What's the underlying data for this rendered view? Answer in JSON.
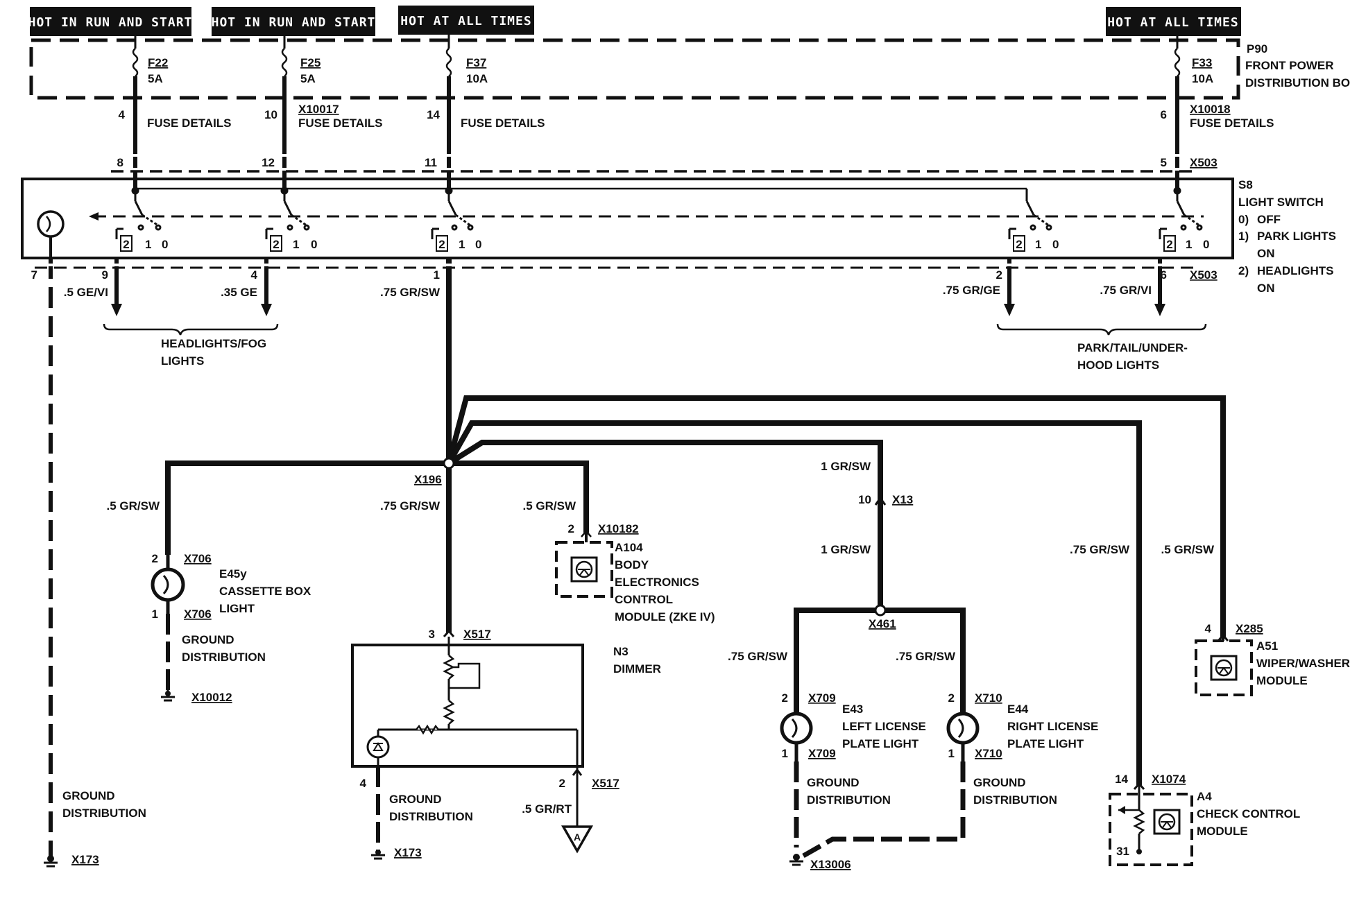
{
  "headers": [
    "HOT IN RUN AND START",
    "HOT IN RUN AND START",
    "HOT AT ALL TIMES",
    "HOT AT ALL TIMES"
  ],
  "fusebox": {
    "id": "P90",
    "line1": "FRONT POWER",
    "line2": "DISTRIBUTION BOX"
  },
  "fuses": [
    {
      "name": "F22",
      "rating": "5A"
    },
    {
      "name": "F25",
      "rating": "5A"
    },
    {
      "name": "F37",
      "rating": "10A"
    },
    {
      "name": "F33",
      "rating": "10A"
    }
  ],
  "fuse_pins": [
    "4",
    "10",
    "14",
    "6"
  ],
  "fuse_connectors": [
    "X10017",
    "X10018"
  ],
  "fuse_details": "FUSE DETAILS",
  "switch_pins_in": [
    "8",
    "12",
    "11",
    "5"
  ],
  "switch_pins_out": [
    "7",
    "9",
    "4",
    "1",
    "2",
    "6"
  ],
  "switch_connector": "X503",
  "switch_pos": {
    "p2": "2",
    "p1": "1",
    "p0": "0"
  },
  "switch": {
    "id": "S8",
    "name": "LIGHT SWITCH",
    "states": [
      {
        "num": "0)",
        "text": "OFF",
        "text2": ""
      },
      {
        "num": "1)",
        "text": "PARK LIGHTS",
        "text2": "ON"
      },
      {
        "num": "2)",
        "text": "HEADLIGHTS",
        "text2": "ON"
      }
    ]
  },
  "wires": {
    "w9": ".5 GE/VI",
    "w4": ".35 GE",
    "w1": ".75 GR/SW",
    "w2": ".75 GR/GE",
    "w6": ".75 GR/VI",
    "cassette": ".5 GR/SW",
    "dimmer": ".75 GR/SW",
    "zke": ".5 GR/SW",
    "x13_top": "1 GR/SW",
    "x13_bottom": "1 GR/SW",
    "lic_left": ".75 GR/SW",
    "lic_right": ".75 GR/SW",
    "checkctl": ".75 GR/SW",
    "wiper": ".5 GR/SW",
    "gr_rt": ".5 GR/RT"
  },
  "labels": {
    "headlights_fog": [
      "HEADLIGHTS/FOG",
      "LIGHTS"
    ],
    "park_tail": [
      "PARK/TAIL/UNDER-",
      "HOOD LIGHTS"
    ],
    "ground_distribution": [
      "GROUND",
      "DISTRIBUTION"
    ]
  },
  "splices": {
    "x196": "X196",
    "x461": "X461"
  },
  "components": {
    "cassette": {
      "id": "E45y",
      "name": "CASSETTE BOX",
      "name2": "LIGHT",
      "conn": "X706",
      "pin_top": "2",
      "pin_bottom": "1",
      "ground": "X10012"
    },
    "zke": {
      "id": "A104",
      "lines": [
        "BODY",
        "ELECTRONICS",
        "CONTROL",
        "MODULE (ZKE IV)"
      ],
      "conn": "X10182",
      "pin": "2"
    },
    "dimmer": {
      "id": "N3",
      "name": "DIMMER",
      "conn": "X517",
      "pin_in": "3",
      "pin_gnd": "4",
      "pin_out": "2",
      "ground": "X173",
      "ref": "A"
    },
    "x13": {
      "conn": "X13",
      "pin": "10"
    },
    "lic_left": {
      "id": "E43",
      "name": "LEFT LICENSE",
      "name2": "PLATE LIGHT",
      "conn": "X709",
      "pin_top": "2",
      "pin_bottom": "1"
    },
    "lic_right": {
      "id": "E44",
      "name": "RIGHT LICENSE",
      "name2": "PLATE LIGHT",
      "conn": "X710",
      "pin_top": "2",
      "pin_bottom": "1"
    },
    "lic_ground": "X13006",
    "wiper": {
      "id": "A51",
      "name": "WIPER/WASHER",
      "name2": "MODULE",
      "conn": "X285",
      "pin": "4"
    },
    "checkctl": {
      "id": "A4",
      "name": "CHECK CONTROL",
      "name2": "MODULE",
      "conn": "X1074",
      "pin_in": "14",
      "pin_gnd": "31"
    },
    "left_ground": "X173"
  },
  "colors": {
    "ink": "#111111",
    "header_bg": "#111111",
    "header_text": "#ffffff",
    "paper": "#ffffff"
  }
}
